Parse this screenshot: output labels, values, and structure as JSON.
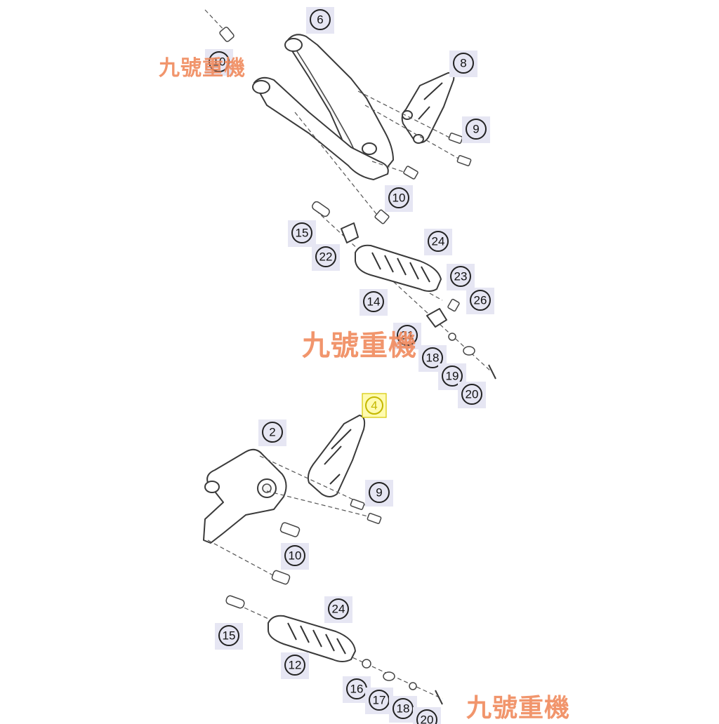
{
  "watermarks": [
    "九號重機",
    "九號重機",
    "九號重機"
  ],
  "callouts": {
    "c6": "6",
    "c10a": "10",
    "c8": "8",
    "c9a": "9",
    "c10b": "10",
    "c15a": "15",
    "c22": "22",
    "c24a": "24",
    "c23": "23",
    "c26": "26",
    "c14": "14",
    "c21": "21",
    "c18a": "18",
    "c19": "19",
    "c20": "20",
    "c4": "4",
    "c2": "2",
    "c9b": "9",
    "c10c": "10",
    "c24b": "24",
    "c15b": "15",
    "c12": "12",
    "c16": "16",
    "c17": "17",
    "c18b": "18",
    "c20b": "20"
  },
  "highlighted_callout": "4",
  "colors": {
    "watermark": "#f08a5d",
    "callout_bg": "#e6e6f3",
    "highlight": "#fffbb0"
  }
}
